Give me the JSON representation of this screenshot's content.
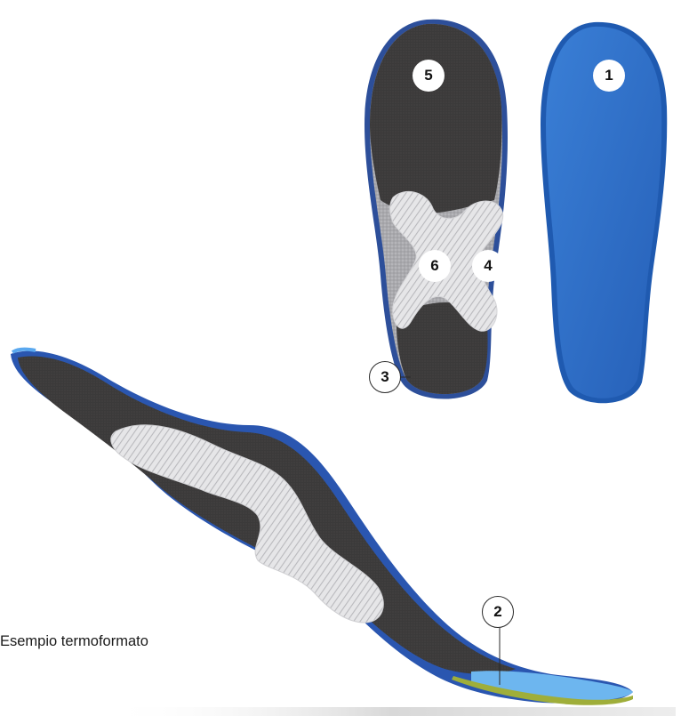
{
  "caption": "Esempio termoformato",
  "markers": {
    "m1": "1",
    "m2": "2",
    "m3": "3",
    "m4": "4",
    "m5": "5",
    "m6": "6"
  },
  "colors": {
    "insole_blue": "#2f6fc8",
    "insole_blue_dark": "#1d4f9e",
    "sole_dark": "#3a3838",
    "felt_gray": "#b5b5b8",
    "stripe_light": "#e2e2e4",
    "background": "#ffffff"
  }
}
